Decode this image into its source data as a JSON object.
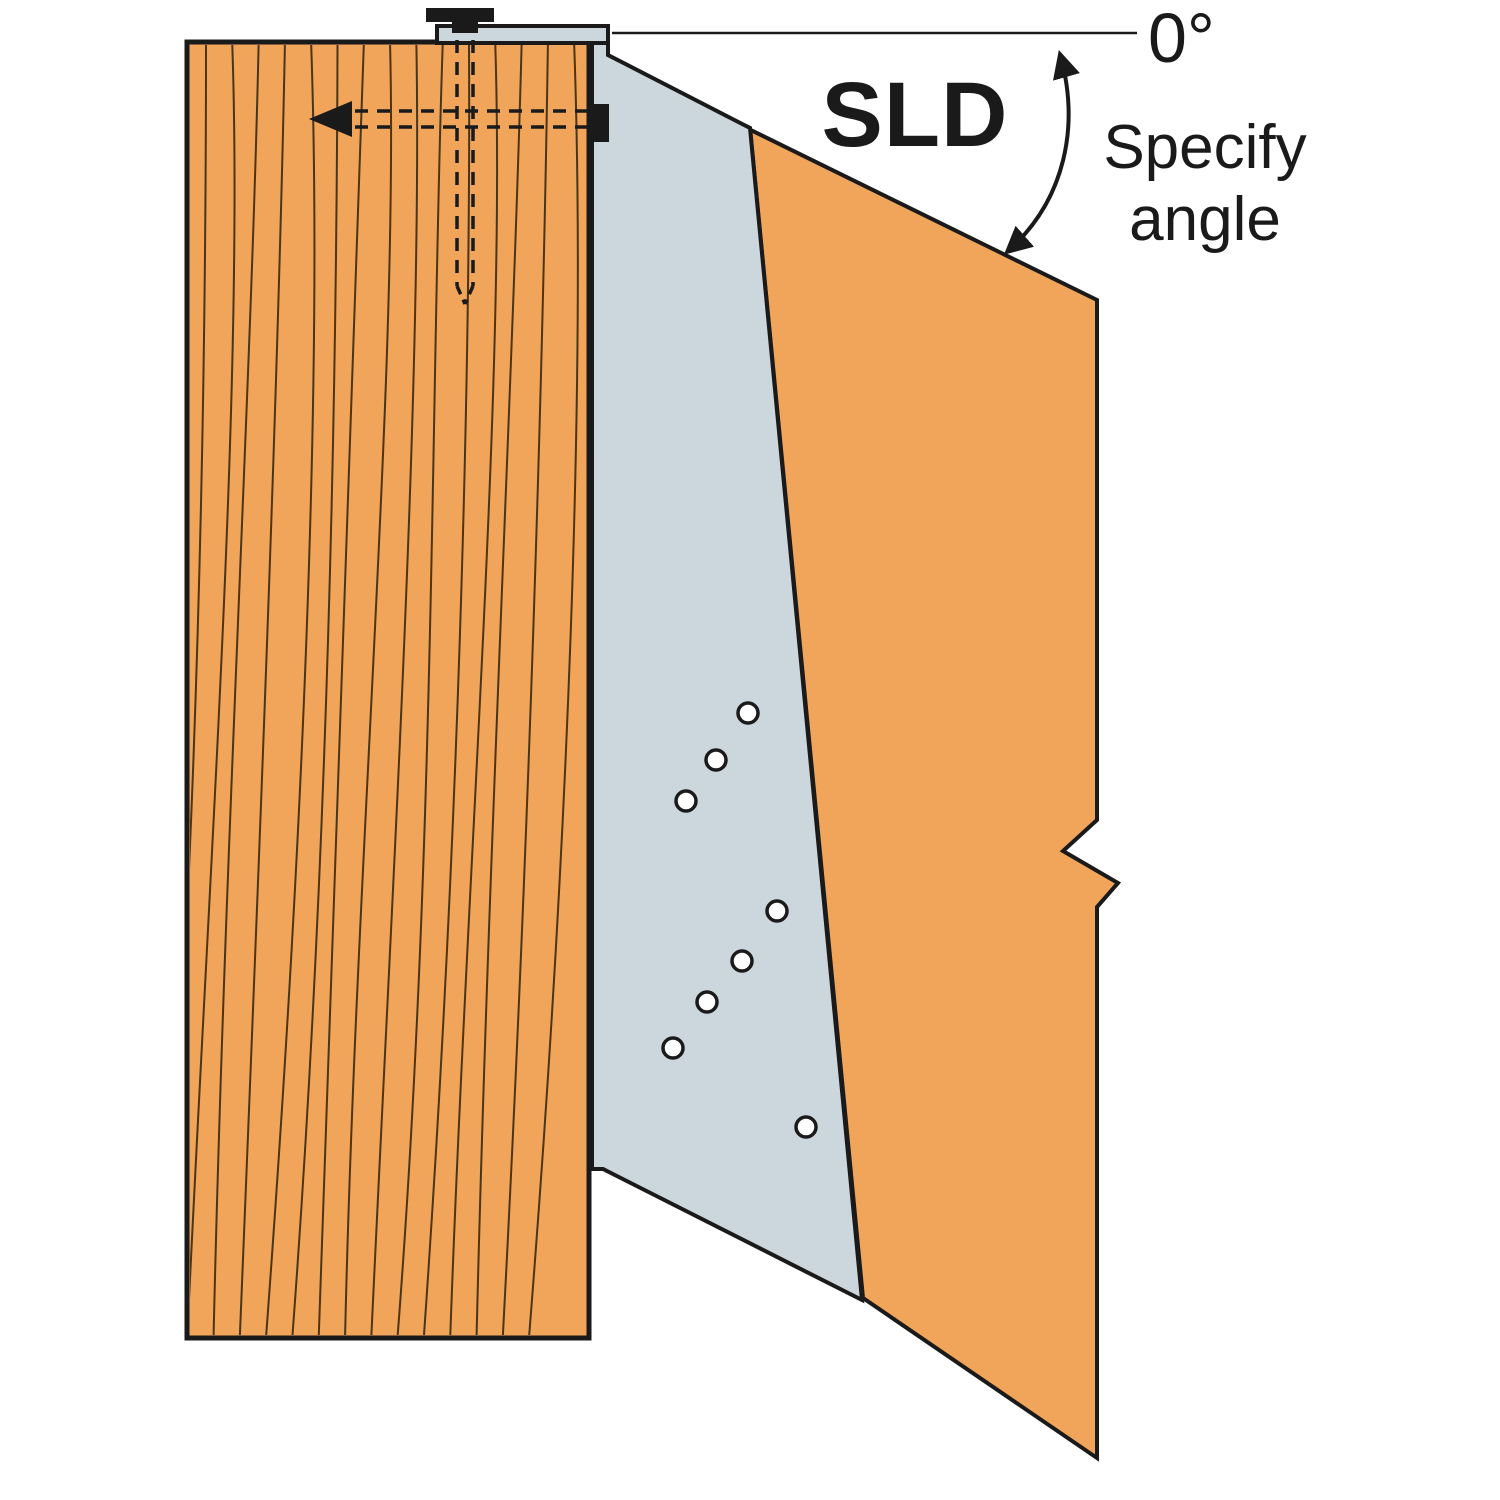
{
  "diagram": {
    "product_label": "SLD",
    "angle_reference_label": "0°",
    "specify_angle": {
      "line1": "Specify",
      "line2": "angle"
    },
    "hanger": {
      "nail_hole_count": 8
    },
    "colors": {
      "background": "#ffffff",
      "wood": "#f0a55b",
      "wood_grain": "#4c3416",
      "metal": "#ccd6dd",
      "outline": "#1a1a1a"
    }
  }
}
